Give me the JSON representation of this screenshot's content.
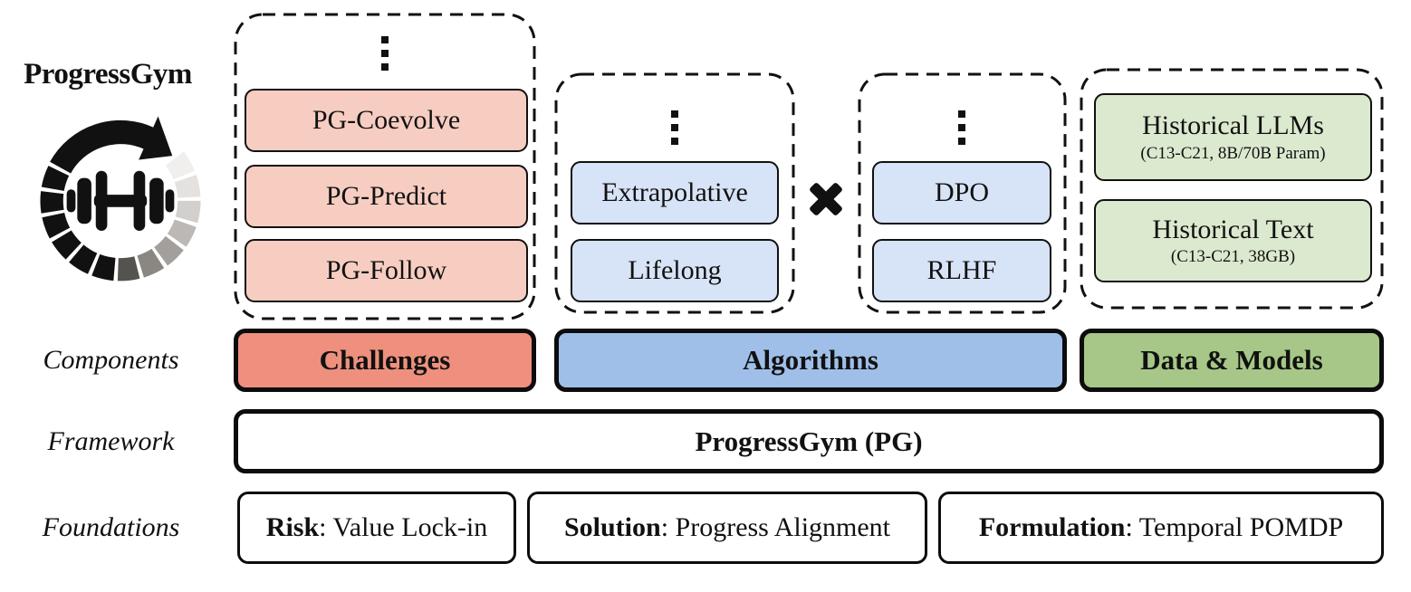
{
  "brand": {
    "title": "ProgressGym",
    "logo_icon": "progressgym-circular-arrow-dumbbell"
  },
  "row_labels": {
    "components": "Components",
    "framework": "Framework",
    "foundations": "Foundations"
  },
  "challenges": {
    "more_icon": "vertical-ellipsis",
    "items": [
      "PG-Coevolve",
      "PG-Predict",
      "PG-Follow"
    ],
    "component_label": "Challenges"
  },
  "algorithms": {
    "families": {
      "more_icon": "vertical-ellipsis",
      "items": [
        "Extrapolative",
        "Lifelong"
      ]
    },
    "cross_icon": "heavy-multiplication-x",
    "optimizers": {
      "more_icon": "vertical-ellipsis",
      "items": [
        "DPO",
        "RLHF"
      ]
    },
    "component_label": "Algorithms"
  },
  "data_models": {
    "items": [
      {
        "title": "Historical LLMs",
        "subtitle": "(C13-C21, 8B/70B Param)"
      },
      {
        "title": "Historical Text",
        "subtitle": "(C13-C21, 38GB)"
      }
    ],
    "component_label": "Data & Models"
  },
  "framework": {
    "label": "ProgressGym (PG)"
  },
  "foundations": {
    "items": [
      {
        "term": "Risk",
        "desc": ": Value Lock-in"
      },
      {
        "term": "Solution",
        "desc": ": Progress Alignment"
      },
      {
        "term": "Formulation",
        "desc": ": Temporal POMDP"
      }
    ]
  },
  "colors": {
    "challenge_light": "#f7cdc2",
    "challenge_strong": "#ee907d",
    "algorithm_light": "#d7e3f6",
    "algorithm_strong": "#9fbfe9",
    "data_light": "#dbe9cf",
    "data_strong": "#a6c787",
    "ink": "#111111"
  }
}
